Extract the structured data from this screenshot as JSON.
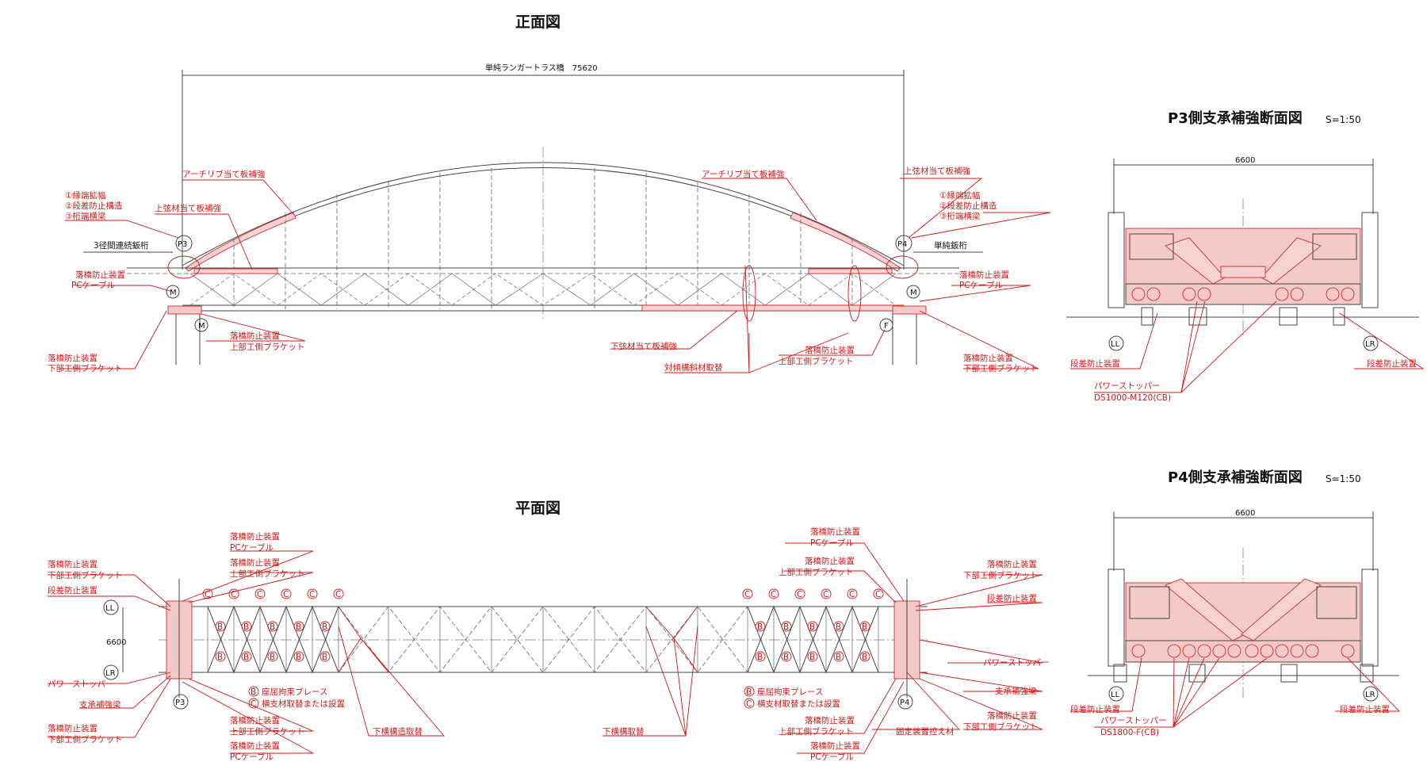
{
  "titles": {
    "front": "正面図",
    "plan": "平面図",
    "p3": "P3側支承補強断面図",
    "p4": "P4側支承補強断面図",
    "scale": "S=1:50"
  },
  "front": {
    "span_dim": "単純ランガートラス橋　75620",
    "left_adj": "3径間連続鈑桁",
    "right_adj": "単純鈑桁",
    "pier_left": "P3",
    "pier_right": "P4",
    "bearing_m": "M",
    "bearing_f": "F",
    "labels": {
      "arch_rib_left": "アーチリブ当て板補強",
      "arch_rib_right": "アーチリブ当て板補強",
      "upper_chord_left": "上弦材当て板補強",
      "upper_chord_right": "上弦材当て板補強",
      "note_left_1": "①縁端拡幅",
      "note_left_2": "②段差防止構造",
      "note_left_3": "③桁端横梁",
      "note_right_1": "①縁端拡幅",
      "note_right_2": "②段差防止構造",
      "note_right_3": "③桁端横梁",
      "fall_pc_left_1": "落橋防止装置",
      "fall_pc_left_2": "PCケーブル",
      "fall_pc_right_1": "落橋防止装置",
      "fall_pc_right_2": "PCケーブル",
      "fall_sub_left_1": "落橋防止装置",
      "fall_sub_left_2": "下部工側ブラケット",
      "fall_sub_right_1": "落橋防止装置",
      "fall_sub_right_2": "下部工側ブラケット",
      "fall_sup_left_1": "落橋防止装置",
      "fall_sup_left_2": "上部工側ブラケット",
      "fall_sup_right_1": "落橋防止装置",
      "fall_sup_right_2": "上部工側ブラケット",
      "lower_chord": "下弦材当て板補強",
      "diag_replace": "対傾構斜材取替"
    }
  },
  "plan": {
    "width_dim": "6600",
    "ll": "LL",
    "lr": "LR",
    "pier_left": "P3",
    "pier_right": "P4",
    "mark_b": "B",
    "mark_c": "C",
    "labels": {
      "l_fall_sub_1": "落橋防止装置",
      "l_fall_sub_2": "下部工側ブラケット",
      "l_step": "段差防止装置",
      "l_power": "パワーストッパー",
      "l_support": "支承補強梁",
      "l_fall_sub_b1": "落橋防止装置",
      "l_fall_sub_b2": "下部工側ブラケット",
      "l_top_pc_1": "落橋防止装置",
      "l_top_pc_2": "PCケーブル",
      "l_top_sup_1": "落橋防止装置",
      "l_top_sup_2": "上部工側ブラケット",
      "l_bot_sup_1": "落橋防止装置",
      "l_bot_sup_2": "上部工側ブラケット",
      "l_bot_pc_1": "落橋防止装置",
      "l_bot_pc_2": "PCケーブル",
      "l_brace_b": "座屈拘束ブレース",
      "l_brace_c": "横支材取替または設置",
      "r_brace_b": "座屈拘束ブレース",
      "r_brace_c": "横支材取替または設置",
      "lat_struct": "下横構造取替",
      "lat_brace": "下横構取替",
      "r_top_pc_1": "落橋防止装置",
      "r_top_pc_2": "PCケーブル",
      "r_top_sup_1": "落橋防止装置",
      "r_top_sup_2": "上部工側ブラケット",
      "r_fall_sub_1": "落橋防止装置",
      "r_fall_sub_2": "下部工側ブラケット",
      "r_step": "段差防止装置",
      "r_power": "パワーストッパー",
      "r_support": "支承補強梁",
      "r_fall_sub_b1": "落橋防止装置",
      "r_fall_sub_b2": "下部工側ブラケット",
      "r_bot_sup_1": "落橋防止装置",
      "r_bot_sup_2": "上部工側ブラケット",
      "r_bot_pc_1": "落橋防止装置",
      "r_bot_pc_2": "PCケーブル",
      "r_fixed": "固定装置控え材"
    }
  },
  "sections": {
    "p3": {
      "width_dim": "6600",
      "ll": "LL",
      "lr": "LR",
      "step_left": "段差防止装置",
      "step_right": "段差防止装置",
      "power": "パワーストッパー",
      "model": "DS1000-M120(CB)"
    },
    "p4": {
      "width_dim": "6600",
      "ll": "LL",
      "lr": "LR",
      "step_left": "段差防止装置",
      "step_right": "段差防止装置",
      "power": "パワーストッパー",
      "model": "DS1800-F(CB)"
    }
  },
  "colors": {
    "annotation": "#d01818",
    "fill": "#f3c9c9",
    "line": "#444444"
  }
}
